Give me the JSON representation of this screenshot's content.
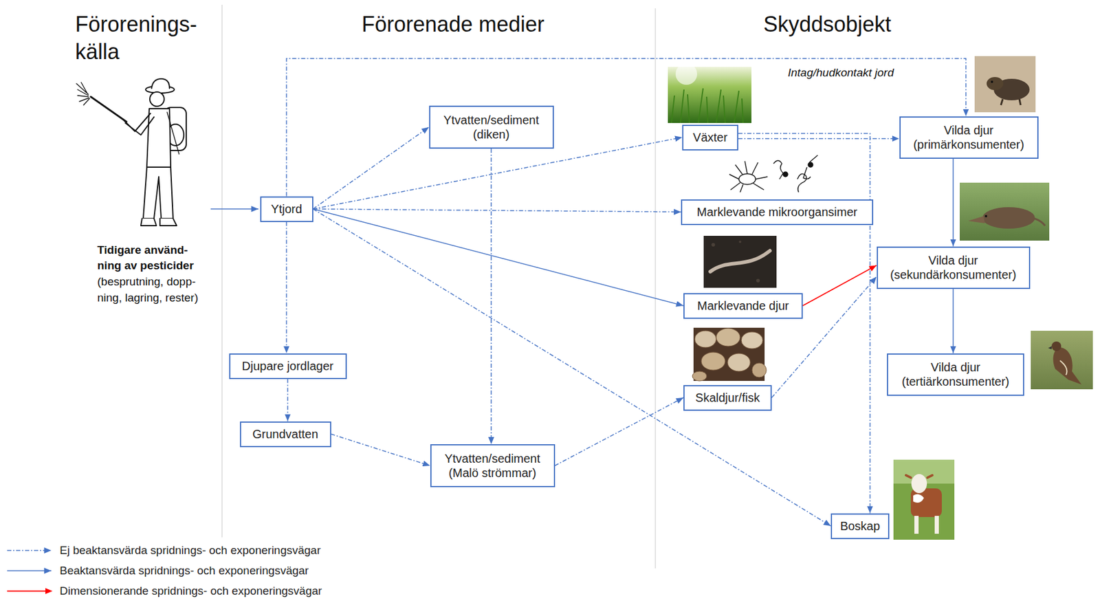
{
  "diagram": {
    "nodes": [
      {
        "text": [
          "Ytjord"
        ]
      },
      {
        "text": [
          "Ytvatten/sediment (diken)"
        ]
      },
      {
        "text": [
          "Djupare jordlager"
        ]
      },
      {
        "text": [
          "Grundvatten"
        ]
      },
      {
        "text": [
          "Ytvatten/sediment (Malö strömmar)"
        ]
      },
      {
        "text": [
          "Växter"
        ]
      },
      {
        "text": [
          "Marklevande mikroorgansimer"
        ]
      },
      {
        "text": [
          "Marklevande djur"
        ]
      },
      {
        "text": [
          "Skaldjur/fisk"
        ]
      },
      {
        "text": [
          "Vilda djur (primärkonsumenter)"
        ]
      },
      {
        "text": [
          "Vilda djur (sekundärkonsumenter)"
        ]
      },
      {
        "text": [
          "Vilda djur (tertiärkonsumenter)"
        ]
      },
      {
        "text": [
          "Boskap"
        ]
      }
    ],
    "edges": [
      {
        "from": 0,
        "to": 1,
        "arrow": "to"
      },
      {
        "from": 0,
        "to": 5,
        "arrow": "to"
      },
      {
        "from": 0,
        "to": 6,
        "arrow": "to"
      },
      {
        "from": 0,
        "to": 7,
        "arrow": "to"
      },
      {
        "from": 0,
        "to": 12,
        "arrow": "to"
      },
      {
        "from": 0,
        "to": 2,
        "arrow": "to"
      },
      {
        "from": 0,
        "to": 9,
        "arrow": "to"
      },
      {
        "from": 5,
        "to": 9,
        "arrow": "to"
      },
      {
        "from": 5,
        "to": 12,
        "arrow": "to"
      },
      {
        "from": 1,
        "to": 4,
        "arrow": "to"
      },
      {
        "from": 2,
        "to": 3,
        "arrow": "to"
      },
      {
        "from": 3,
        "to": 4,
        "arrow": "to"
      },
      {
        "from": 4,
        "to": 8,
        "arrow": "to"
      },
      {
        "from": 8,
        "to": 10,
        "arrow": "to"
      },
      {
        "from": 7,
        "to": 10,
        "arrow": "to"
      },
      {
        "from": 9,
        "to": 10,
        "arrow": "to"
      },
      {
        "from": 10,
        "to": 11,
        "arrow": "to"
      }
    ],
    "labels": [
      "Förorenings- källa",
      "Förorenade medier",
      "Skyddsobjekt",
      "Tidigare använd- ning av pesticider",
      "(besprutning, dopp- ning, lagring, rester)",
      "Intag/hudkontakt jord"
    ],
    "legend": [
      {
        "text": "Ej beaktansvärda spridnings- och exponeringsvägar"
      },
      {
        "text": "Beaktansvärda spridnings- och exponeringsvägar"
      },
      {
        "text": "Dimensionerande spridnings- och exponeringsvägar"
      }
    ]
  }
}
